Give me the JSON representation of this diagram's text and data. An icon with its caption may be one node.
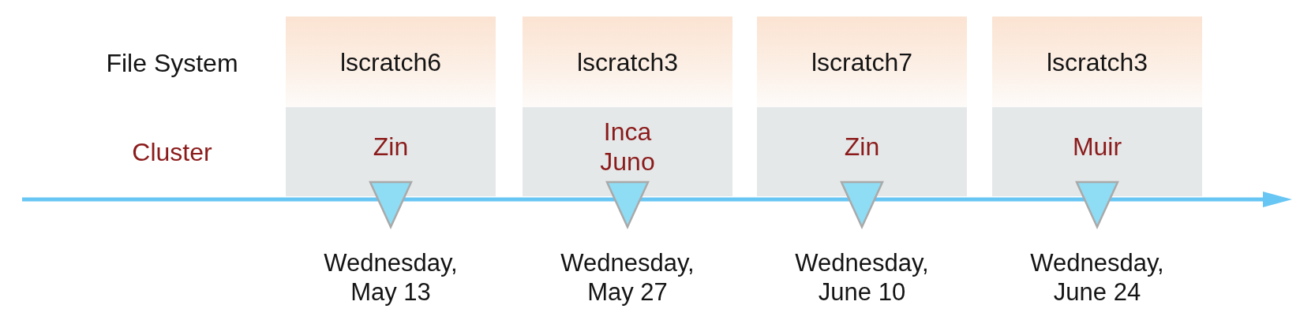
{
  "diagram": {
    "nodes": [
      {
        "text": [
          "lscratch6"
        ]
      },
      {
        "text": [
          "lscratch3"
        ]
      },
      {
        "text": [
          "lscratch7"
        ]
      },
      {
        "text": [
          "lscratch3"
        ]
      },
      {
        "text": [
          "Zin"
        ]
      },
      {
        "text": [
          "Inca",
          "Juno"
        ]
      },
      {
        "text": [
          "Zin"
        ]
      },
      {
        "text": [
          "Muir"
        ]
      },
      {
        "text": [],
        "shape": "triangle",
        "beside": [
          "Wednesday, May 13"
        ]
      },
      {
        "text": [],
        "shape": "triangle",
        "beside": [
          "Wednesday, May 27"
        ]
      },
      {
        "text": [],
        "shape": "triangle",
        "beside": [
          "Wednesday, June 10"
        ]
      },
      {
        "text": [],
        "shape": "triangle",
        "beside": [
          "Wednesday, June 24"
        ]
      }
    ],
    "labels": [
      "File System",
      "Cluster"
    ]
  }
}
